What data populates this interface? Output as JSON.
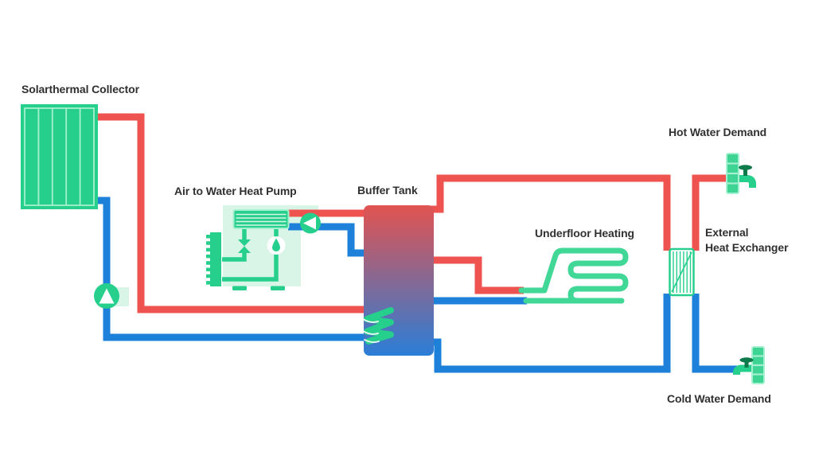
{
  "diagram": {
    "labels": {
      "solarthermal_collector": "Solarthermal Collector",
      "air_to_water_heat_pump": "Air to Water Heat Pump",
      "buffer_tank": "Buffer Tank",
      "underfloor_heating": "Underfloor Heating",
      "hot_water_demand": "Hot Water Demand",
      "external_heat_exchanger_line1": "External",
      "external_heat_exchanger_line2": "Heat Exchanger",
      "cold_water_demand": "Cold Water Demand"
    },
    "icons": {
      "solar_pump": "pump-arrow-up-icon",
      "heat_pump_circulation_pump": "pump-arrow-left-icon",
      "hot_tap": "faucet-icon",
      "cold_tap": "faucet-icon",
      "expansion_valve": "valve-icon",
      "compressor": "compressor-icon",
      "tank_coil": "heating-coil-icon"
    },
    "colors": {
      "hot_pipe": "#ef5350",
      "cold_pipe": "#1e81d9",
      "green": "#26cf8c",
      "green_light": "#d9f5e8",
      "green_mid": "#a5f0d0",
      "green_coil": "#41d797",
      "green_dark": "#0d7a4b",
      "faucet_body": "#3ed494",
      "tank_top": "#e25350",
      "tank_bottom": "#2b7ed7",
      "label_text": "#303030",
      "background": "#ffffff"
    }
  }
}
